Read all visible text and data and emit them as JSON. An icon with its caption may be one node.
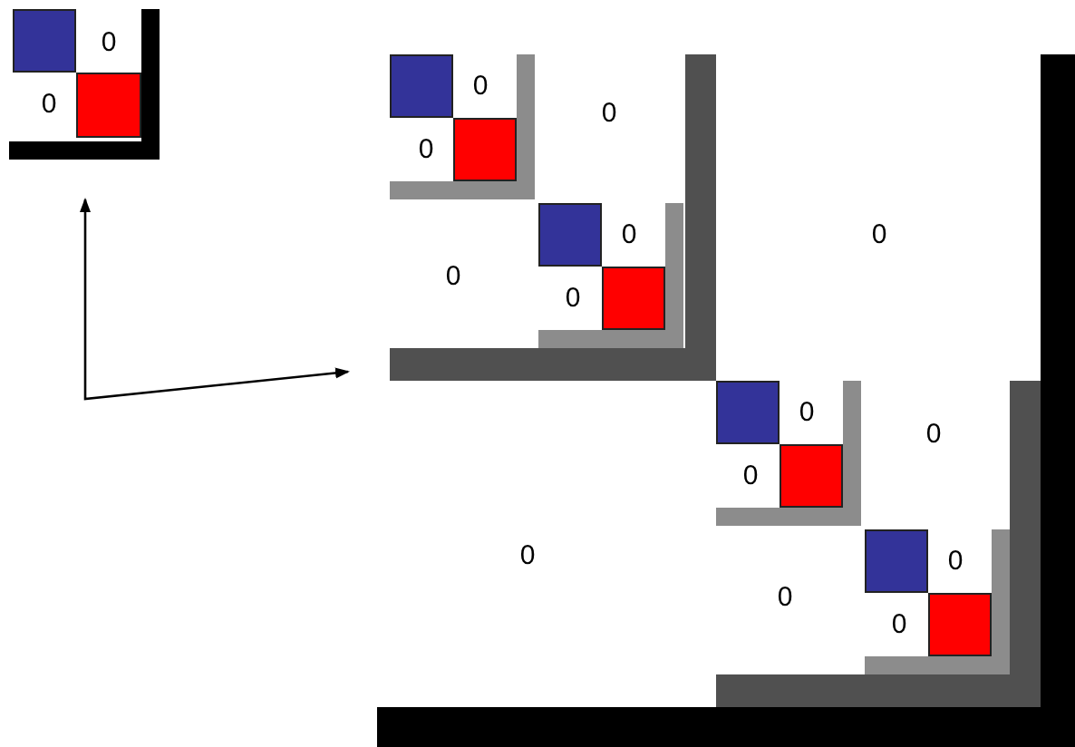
{
  "diagram": {
    "nodes": [
      {
        "text": [
          "0",
          "0"
        ]
      },
      {
        "text": [
          "0",
          "0",
          "0",
          "0",
          "0",
          "0",
          "0",
          "0",
          "0",
          "0",
          "0",
          "0",
          "0",
          "0"
        ]
      }
    ],
    "edges": [
      {
        "from": 0,
        "to": 1,
        "arrow": "both"
      }
    ]
  }
}
